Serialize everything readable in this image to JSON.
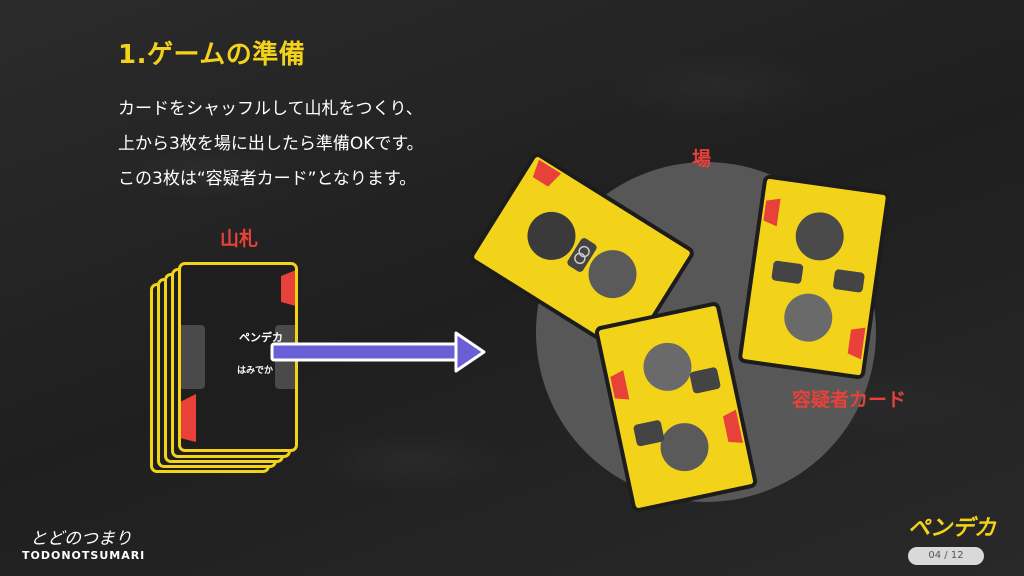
{
  "slide": {
    "title": "1.ゲームの準備",
    "body": [
      "カードをシャッフルして山札をつくり、",
      "上から3枚を場に出したら準備OKです。",
      "この3枚は“容疑者カード”となります。"
    ]
  },
  "labels": {
    "deck": "山札",
    "field": "場",
    "suspects": "容疑者カード"
  },
  "deck_card": {
    "logo": "ペンデカ",
    "sub": "はみでか"
  },
  "footer": {
    "logo_script": "とどのつまり",
    "logo_word": "TODONOTSUMARI",
    "brand": "ペンデカ",
    "page": "04 / 12"
  },
  "colors": {
    "accent_yellow": "#f3d31a",
    "label_red": "#e8413a",
    "arrow": "#6b5fd6",
    "background": "#262626"
  },
  "icons": [
    "arrow-right-icon",
    "speech-bubble-icon",
    "magnifier-icon"
  ]
}
